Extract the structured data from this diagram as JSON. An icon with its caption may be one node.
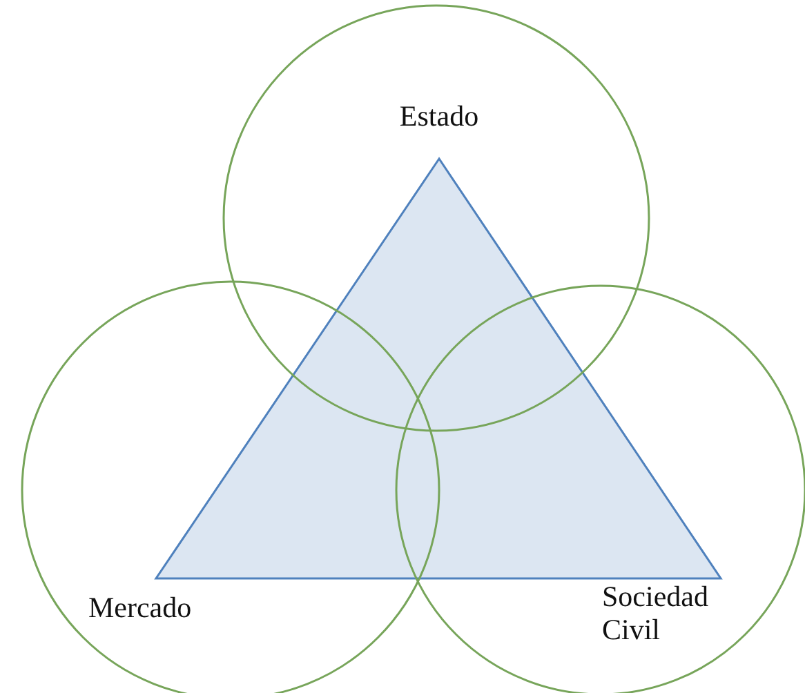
{
  "diagram": {
    "nodes": [
      {
        "text": [
          "Estado"
        ]
      },
      {
        "text": [
          "Mercado"
        ]
      },
      {
        "text": [
          "Sociedad Civil"
        ]
      }
    ]
  }
}
